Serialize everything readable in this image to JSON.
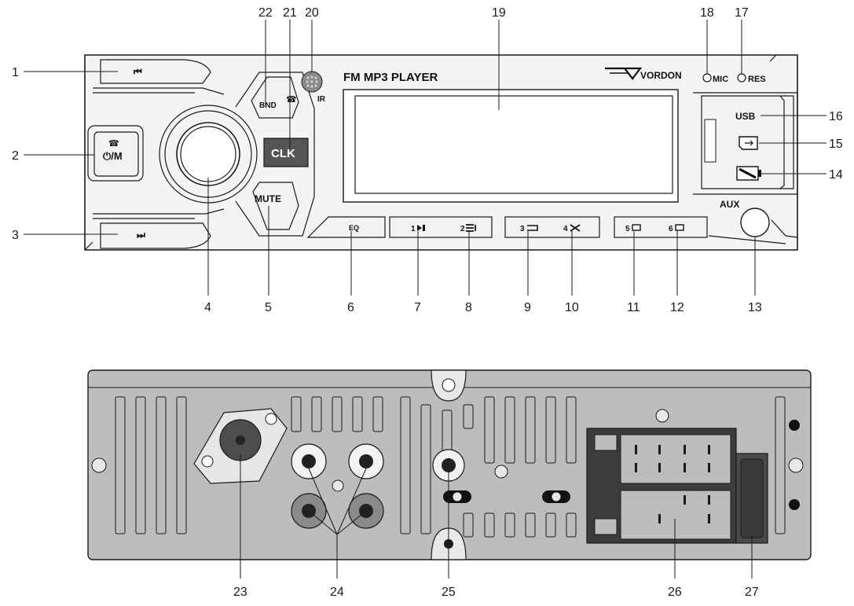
{
  "front": {
    "title": "FM MP3 PLAYER",
    "brand": "VORDON",
    "mic_label": "MIC",
    "res_label": "RES",
    "usb_label": "USB",
    "aux_label": "AUX",
    "ir_label": "IR",
    "bnd_label": "BND",
    "clk_label": "CLK",
    "mute_label": "MUTE",
    "power_label": "⏻/M",
    "prev_symbol": "⏮",
    "next_symbol": "⏭",
    "eq_label": "EQ",
    "preset_1": "1",
    "preset_2": "2",
    "preset_3": "3",
    "preset_4": "4",
    "preset_5": "5",
    "preset_6": "6"
  },
  "callouts": {
    "n1": "1",
    "n2": "2",
    "n3": "3",
    "n4": "4",
    "n5": "5",
    "n6": "6",
    "n7": "7",
    "n8": "8",
    "n9": "9",
    "n10": "10",
    "n11": "11",
    "n12": "12",
    "n13": "13",
    "n14": "14",
    "n15": "15",
    "n16": "16",
    "n17": "17",
    "n18": "18",
    "n19": "19",
    "n20": "20",
    "n21": "21",
    "n22": "22",
    "n23": "23",
    "n24": "24",
    "n25": "25",
    "n26": "26",
    "n27": "27"
  },
  "colors": {
    "clk_button": "#555555",
    "rear_panel": "#bdbdbd",
    "connector_block": "#3c3c3c",
    "antenna_socket": "#4d4d4d",
    "rca_outer_light": "#f2f2f2",
    "rca_outer_grey": "#8a8a8a"
  }
}
